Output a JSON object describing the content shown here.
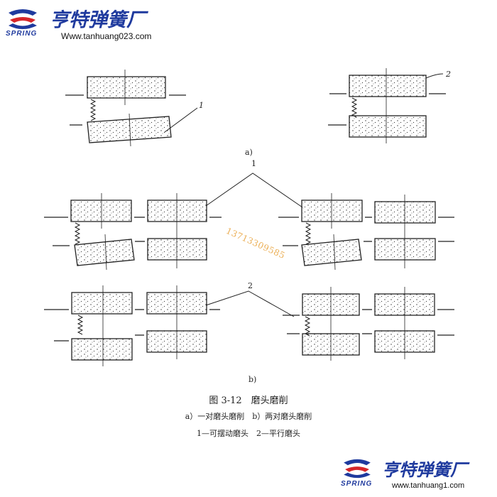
{
  "brand": {
    "name_cn": "亨特弹簧厂",
    "spring_word": "SPRING",
    "url_top": "Www.tanhuang023.com",
    "url_bottom": "www.tanhuang1.com",
    "color": "#1f3a9e",
    "accent": "#d6262a"
  },
  "watermark": {
    "phone": "13713309585",
    "color": "#e8a23a"
  },
  "labels": {
    "mark_1": "1",
    "mark_2": "2",
    "mark_2_top": "2",
    "mark_a": "a)",
    "mark_b": "b)"
  },
  "caption": {
    "figure": "图 3-12　磨头磨削",
    "line2": "a）一对磨头磨削　b）两对磨头磨削",
    "line3": "1—可摆动磨头　2—平行磨头"
  }
}
